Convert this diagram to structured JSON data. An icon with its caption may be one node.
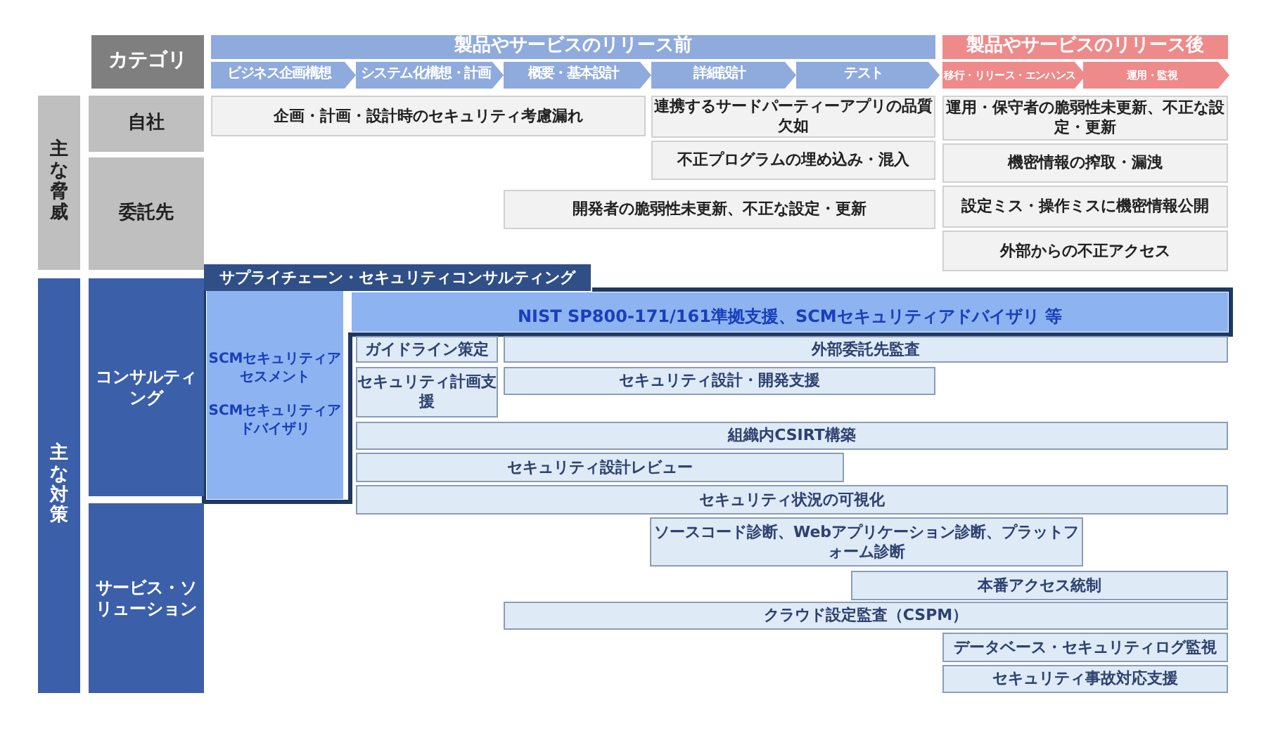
{
  "diagram": {
    "nodes": [
      {
        "text": [
          "カテゴリ"
        ]
      },
      {
        "text": [
          "製品やサービスのリリース前"
        ]
      },
      {
        "text": [
          "製品やサービスのリリース後"
        ]
      },
      {
        "text": [
          "ビジネス企画構想"
        ]
      },
      {
        "text": [
          "システム化構想・計画"
        ]
      },
      {
        "text": [
          "概要・基本設計"
        ]
      },
      {
        "text": [
          "詳細設計"
        ]
      },
      {
        "text": [
          "テスト"
        ]
      },
      {
        "text": [
          "移行・リリース・エンハンス"
        ]
      },
      {
        "text": [
          "運用・監視"
        ]
      },
      {
        "text": [
          "主な脅威"
        ]
      },
      {
        "text": [
          "自社"
        ]
      },
      {
        "text": [
          "委託先"
        ]
      },
      {
        "text": [
          "企画・計画・設計時のセキュリティ考慮漏れ"
        ]
      },
      {
        "text": [
          "連携するサードパーティーアプリの品質欠如"
        ]
      },
      {
        "text": [
          "運用・保守者の脆弱性未更新、不正な設定・更新"
        ]
      },
      {
        "text": [
          "不正プログラムの埋め込み・混入"
        ]
      },
      {
        "text": [
          "機密情報の搾取・漏洩"
        ]
      },
      {
        "text": [
          "開発者の脆弱性未更新、不正な設定・更新"
        ]
      },
      {
        "text": [
          "設定ミス・操作ミスに機密情報公開"
        ]
      },
      {
        "text": [
          "外部からの不正アクセス"
        ]
      },
      {
        "text": [
          "主な対策"
        ]
      },
      {
        "text": [
          "コンサルティング"
        ]
      },
      {
        "text": [
          "サービス・ソリューション"
        ]
      },
      {
        "text": [
          "サプライチェーン・セキュリティコンサルティング"
        ]
      },
      {
        "text": [
          "SCMセキュリティアセスメント",
          "SCMセキュリティアドバイザリ"
        ]
      },
      {
        "text": [
          "NIST SP800-171/161準拠支援、SCMセキュリティアドバイザリ 等"
        ]
      },
      {
        "text": [
          "ガイドライン策定"
        ]
      },
      {
        "text": [
          "外部委託先監査"
        ]
      },
      {
        "text": [
          "セキュリティ計画支援"
        ]
      },
      {
        "text": [
          "セキュリティ設計・開発支援"
        ]
      },
      {
        "text": [
          "組織内CSIRT構築"
        ]
      },
      {
        "text": [
          "セキュリティ設計レビュー"
        ]
      },
      {
        "text": [
          "セキュリティ状況の可視化"
        ]
      },
      {
        "text": [
          "ソースコード診断、Webアプリケーション診断、プラットフォーム診断"
        ]
      },
      {
        "text": [
          "本番アクセス統制"
        ]
      },
      {
        "text": [
          "クラウド設定監査（CSPM）"
        ]
      },
      {
        "text": [
          "データベース・セキュリティログ監視"
        ]
      },
      {
        "text": [
          "セキュリティ事故対応支援"
        ]
      }
    ],
    "edges": []
  }
}
